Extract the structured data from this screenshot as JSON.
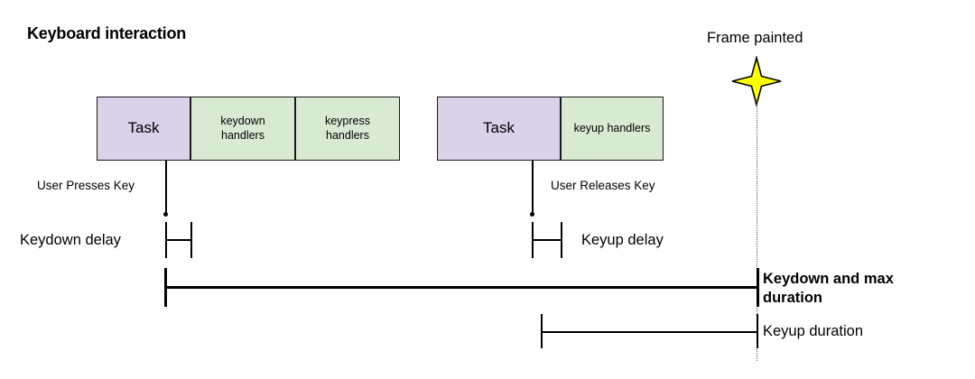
{
  "title": "Keyboard interaction",
  "colors": {
    "task_fill": "#d9d2e9",
    "handler_fill": "#d9ead3",
    "stroke": "#000000",
    "star_fill": "#ffff00",
    "frame_line": "#555555"
  },
  "timeline": {
    "keydown_group": {
      "task_label": "Task",
      "handlers": [
        {
          "line1": "keydown",
          "line2": "handlers"
        },
        {
          "line1": "keypress",
          "line2": "handlers"
        }
      ]
    },
    "keyup_group": {
      "task_label": "Task",
      "handlers": [
        {
          "line1": "keyup handlers",
          "line2": ""
        }
      ]
    }
  },
  "frame": {
    "label": "Frame painted",
    "icon": "sparkle-star-icon"
  },
  "annotations": {
    "user_presses_key": "User Presses Key",
    "user_releases_key": "User Releases Key",
    "keydown_delay": "Keydown delay",
    "keyup_delay": "Keyup delay",
    "keydown_max_duration": "Keydown and max duration",
    "keyup_duration": "Keyup duration"
  }
}
